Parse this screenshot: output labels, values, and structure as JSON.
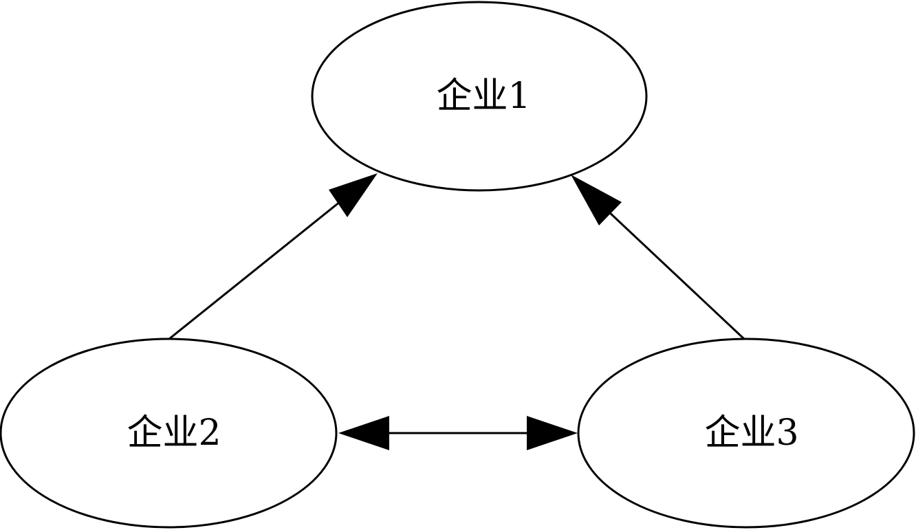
{
  "diagram": {
    "nodes": [
      {
        "id": "n1",
        "label": "企业1"
      },
      {
        "id": "n2",
        "label": "企业2"
      },
      {
        "id": "n3",
        "label": "企业3"
      }
    ],
    "edges": [
      {
        "from": "n2",
        "to": "n1",
        "direction": "forward"
      },
      {
        "from": "n3",
        "to": "n1",
        "direction": "forward"
      },
      {
        "from": "n2",
        "to": "n3",
        "direction": "both"
      }
    ],
    "colors": {
      "stroke": "#000000",
      "fill": "#ffffff"
    }
  }
}
